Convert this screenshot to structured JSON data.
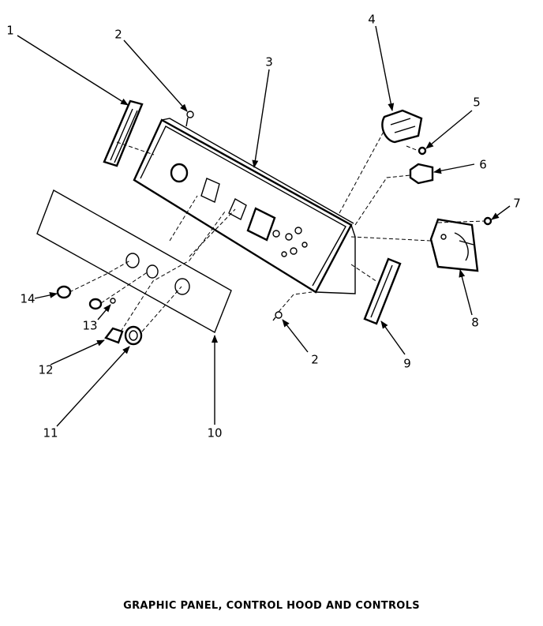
{
  "caption": "GRAPHIC PANEL, CONTROL HOOD AND CONTROLS",
  "callouts": [
    {
      "id": "1",
      "label": "1"
    },
    {
      "id": "2a",
      "label": "2"
    },
    {
      "id": "3",
      "label": "3"
    },
    {
      "id": "4",
      "label": "4"
    },
    {
      "id": "5",
      "label": "5"
    },
    {
      "id": "6",
      "label": "6"
    },
    {
      "id": "7",
      "label": "7"
    },
    {
      "id": "8",
      "label": "8"
    },
    {
      "id": "9",
      "label": "9"
    },
    {
      "id": "2b",
      "label": "2"
    },
    {
      "id": "10",
      "label": "10"
    },
    {
      "id": "11",
      "label": "11"
    },
    {
      "id": "12",
      "label": "12"
    },
    {
      "id": "13",
      "label": "13"
    },
    {
      "id": "14",
      "label": "14"
    }
  ]
}
